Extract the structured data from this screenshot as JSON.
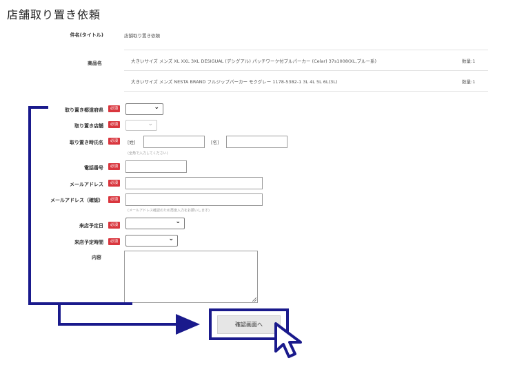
{
  "page_title": "店舗取り置き依頼",
  "subject": {
    "label": "件名(タイトル)",
    "value": "店舗取り置き依頼"
  },
  "products": {
    "label": "商品名",
    "items": [
      {
        "name": "大きいサイズ メンズ XL XXL 3XL DESIGUAL (デシグアル) パッチワーク付プルパーカー (Celar) 37s1008(XL,ブルー系)",
        "qty": "数量:1"
      },
      {
        "name": "大きいサイズ メンズ NESTA BRAND フルジップパーカー モクグレー 1178-5382-1 3L 4L 5L 6L(3L)",
        "qty": "数量:1"
      }
    ]
  },
  "required_badge": "必須",
  "form": {
    "prefecture_label": "取り置き都道府県",
    "store_label": "取り置き店舗",
    "name_label": "取り置き時氏名",
    "last_name_prefix": "[姓]",
    "first_name_prefix": "[名]",
    "name_hint": "(全角で入力してください)",
    "phone_label": "電話番号",
    "email_label": "メールアドレス",
    "email_confirm_label": "メールアドレス（確認）",
    "email_hint": "(メールアドレス確認のため再度入力をお願いします)",
    "visit_date_label": "来店予定日",
    "visit_time_label": "来店予定時間",
    "content_label": "内容"
  },
  "confirm_button": "確認画面へ",
  "colors": {
    "annotation": "#1a1a8c",
    "badge": "#d9363e"
  }
}
